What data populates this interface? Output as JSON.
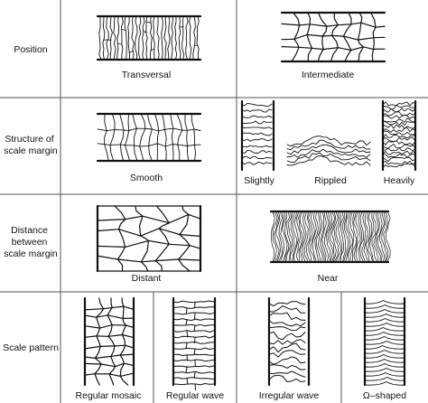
{
  "table": {
    "rows": [
      {
        "label_lines": [
          "Position"
        ],
        "columns": [
          {
            "caption": "Transversal",
            "pattern": "transversal-cells"
          },
          {
            "caption": "Intermediate",
            "pattern": "polygon-cells"
          }
        ]
      },
      {
        "label_lines": [
          "Structure of",
          "scale margin"
        ],
        "columns": [
          {
            "caption": "Smooth",
            "pattern": "smooth-cells"
          },
          {
            "captions": [
              "Slightly",
              "Rippled",
              "Heavily"
            ],
            "pattern": "rippled-margins"
          }
        ]
      },
      {
        "label_lines": [
          "Distance",
          "between",
          "scale margin"
        ],
        "columns": [
          {
            "caption": "Distant",
            "pattern": "distant-cells"
          },
          {
            "caption": "Near",
            "pattern": "dense-wave-lines"
          }
        ]
      },
      {
        "label_lines": [
          "Scale pattern"
        ],
        "columns": [
          {
            "caption": "Regular mosaic",
            "pattern": "mosaic-cells"
          },
          {
            "caption": "Regular wave",
            "pattern": "brick-wave"
          },
          {
            "caption": "Irregular wave",
            "pattern": "irregular-wave"
          },
          {
            "caption": "Ω–shaped",
            "pattern": "omega-stack"
          }
        ]
      }
    ]
  },
  "colors": {
    "grid": "#555555",
    "ink": "#111111",
    "background": "#ffffff"
  }
}
